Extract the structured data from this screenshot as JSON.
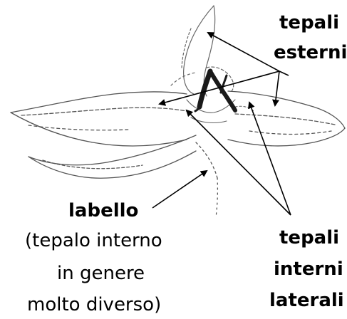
{
  "labels": {
    "tepali_esterni": {
      "line1": "tepali",
      "line2": "esterni"
    },
    "labello": {
      "title": "labello",
      "note_line1": "(tepalo interno",
      "note_line2": "in genere",
      "note_line3": "molto diverso)"
    },
    "tepali_interni_laterali": {
      "line1": "tepali",
      "line2": "interni",
      "line3": "laterali"
    }
  },
  "colors": {
    "ink": "#000000",
    "sketch": "#555555",
    "column": "#1a1a1a",
    "background": "#ffffff"
  }
}
